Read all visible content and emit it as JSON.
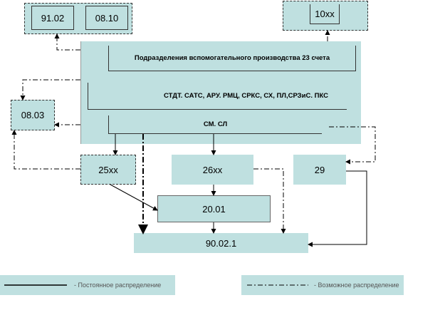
{
  "boxes": {
    "b9102": "91.02",
    "b0810": "08.10",
    "b10xx": "10xx",
    "main_title": "Подразделения вспомогательного производства 23 счета",
    "main_units": "СТДТ. САТС, АРУ. РМЦ, СРКС, СХ, ПЛ,СРЗиС. ПКС",
    "main_sm": "СМ. СЛ",
    "b0803": "08.03",
    "b25xx": "25xx",
    "b26xx": "26xx",
    "b29": "29",
    "b2001": "20.01",
    "b90021": "90.02.1"
  },
  "legend": {
    "solid_label": "- Постоянное распределение",
    "dashed_label": "- Возможное распределение"
  }
}
